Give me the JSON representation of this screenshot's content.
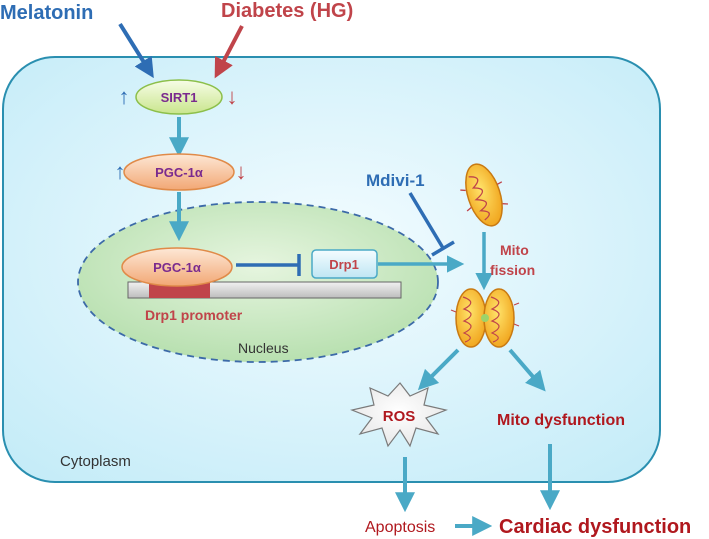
{
  "inputs": {
    "melatonin": "Melatonin",
    "diabetes": "Diabetes (HG)",
    "mdivi": "Mdivi-1"
  },
  "nodes": {
    "sirt1": "SIRT1",
    "pgc1a_cyto": "PGC-1α",
    "pgc1a_nuc": "PGC-1α",
    "drp1": "Drp1",
    "drp1_promoter": "Drp1 promoter",
    "mito_fission": [
      "Mito",
      "fission"
    ],
    "ros": "ROS",
    "mito_dysfunction": "Mito dysfunction",
    "apoptosis": "Apoptosis",
    "cardiac_dysfunction": "Cardiac dysfunction"
  },
  "compartments": {
    "nucleus": "Nucleus",
    "cytoplasm": "Cytoplasm"
  },
  "indicators": {
    "up": "↑",
    "down": "↓"
  },
  "colors": {
    "melatonin_blue": "#2e6db4",
    "diabetes_red": "#c0444a",
    "flow_teal": "#4aa9c6",
    "cell_fill": "#d7f2fb",
    "nucleus_fill": "#cfe9c7",
    "node_purple": "#7a2a8e",
    "dark_red": "#b0181e"
  }
}
